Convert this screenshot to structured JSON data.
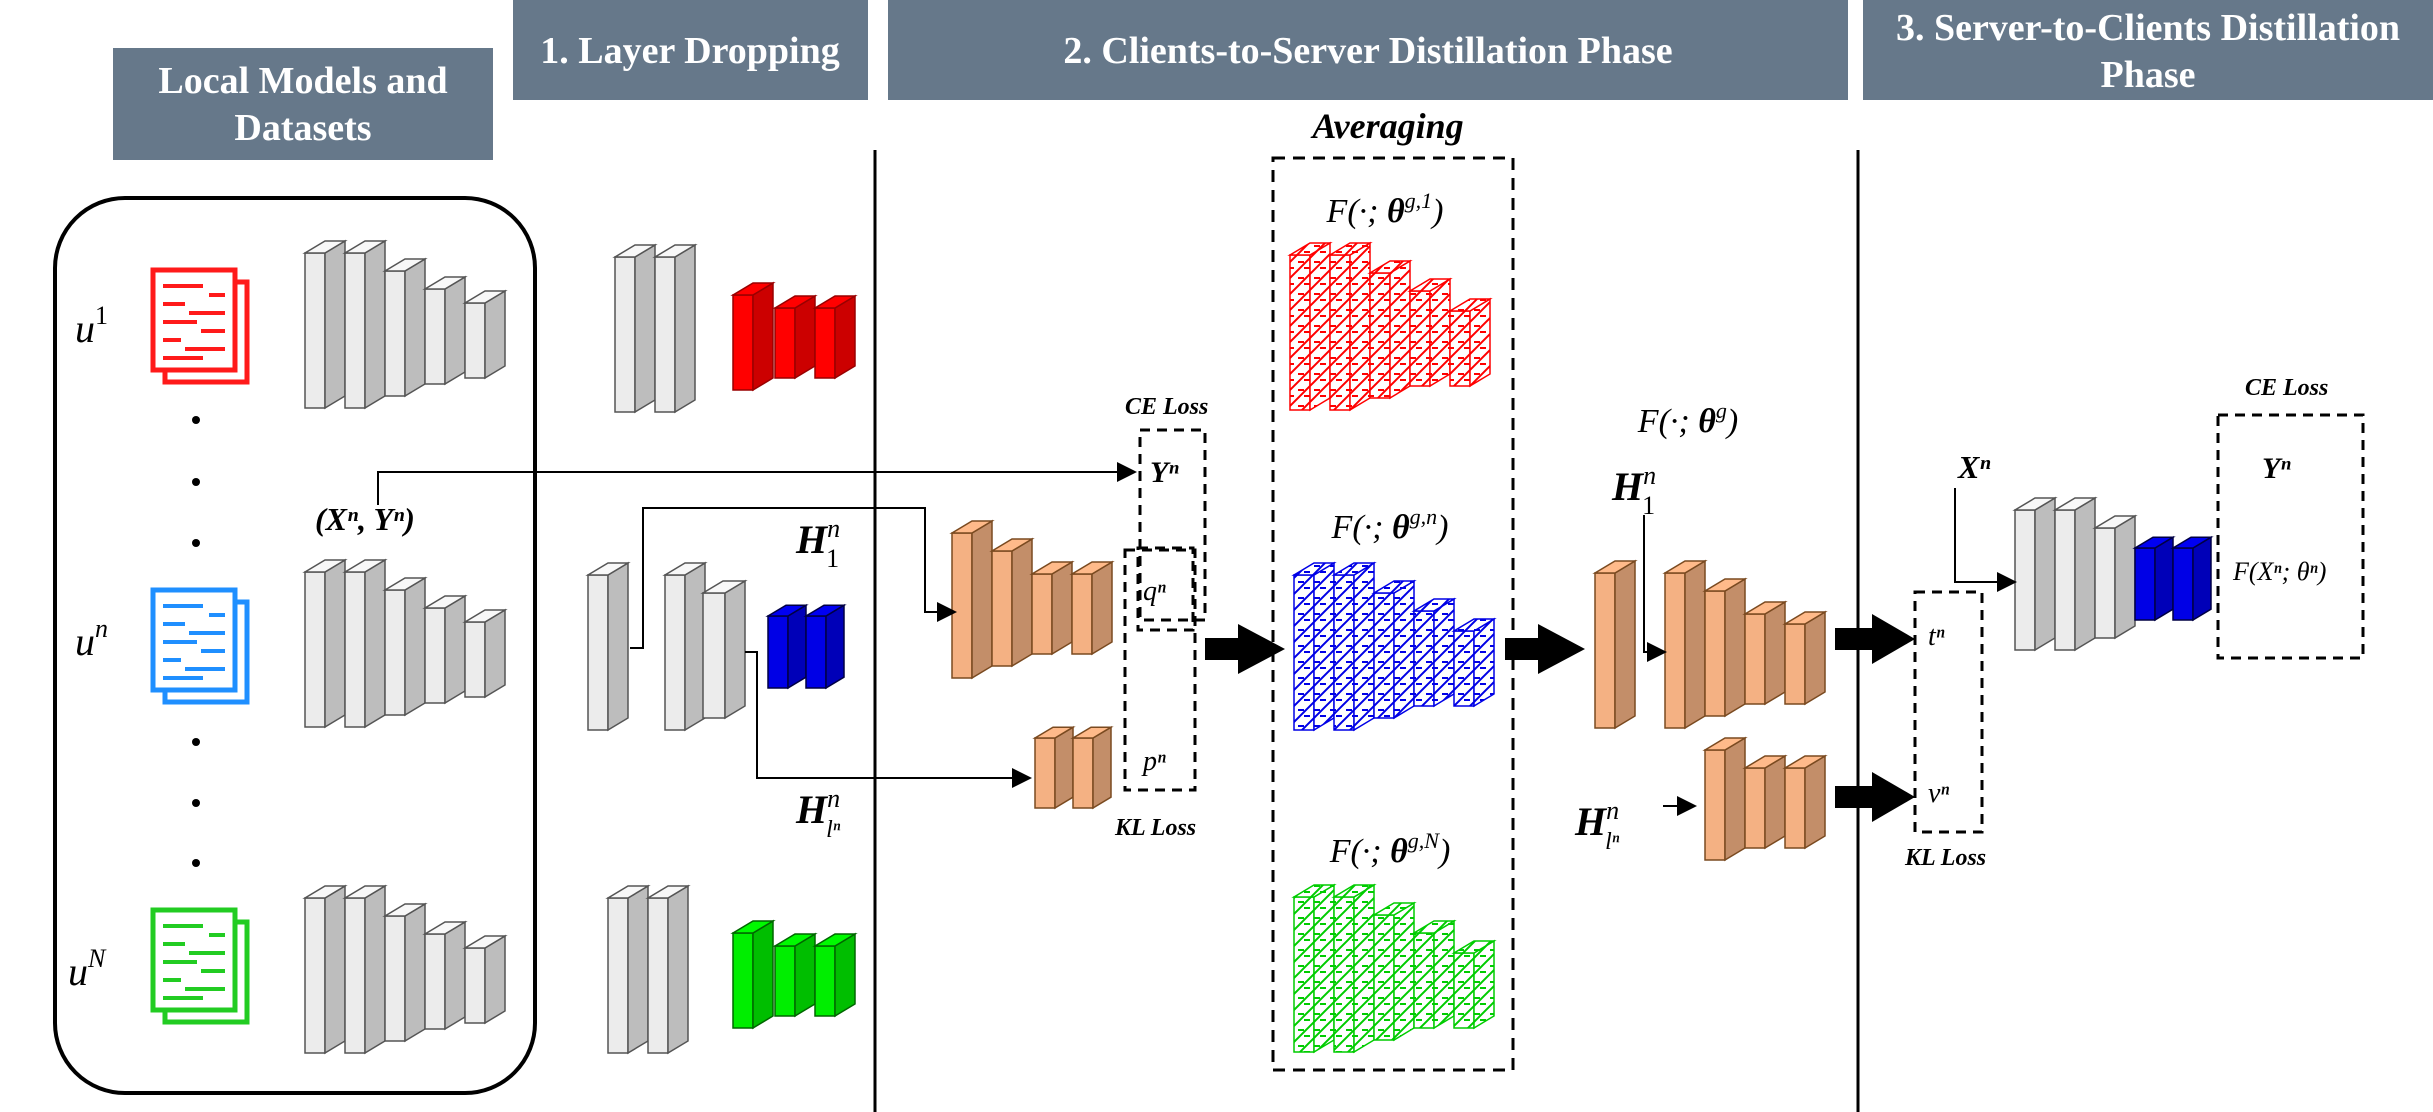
{
  "headers": {
    "local": [
      "Local Models and",
      "Datasets"
    ],
    "phase1": "1. Layer Dropping",
    "phase2": "2. Clients-to-Server Distillation Phase",
    "phase3": [
      "3. Server-to-Clients Distillation",
      "Phase"
    ]
  },
  "clients": {
    "u1": "u",
    "u1_sup": "1",
    "un": "u",
    "un_sup": "n",
    "uN": "u",
    "uN_sup": "N",
    "dots": ".",
    "dataset_label": "(Xⁿ, Yⁿ)"
  },
  "phase1": {
    "h1": "H",
    "h1_sup": "n",
    "h1_sub": "1",
    "hl": "H",
    "hl_sup": "n",
    "hl_sub": "lⁿ"
  },
  "phase2": {
    "ce_loss": "CE Loss",
    "kl_loss": "KL Loss",
    "y": "Yⁿ",
    "q": "qⁿ",
    "p": "pⁿ",
    "averaging": "Averaging",
    "f_g1": "F(·; θ^{g,1})",
    "f_gn": "F(·; θ^{g,n})",
    "f_gN": "F(·; θ^{g,N})",
    "f_g": "F(·; θ^g)",
    "h1": "H",
    "h1_sup": "n",
    "h1_sub": "1",
    "hl": "H",
    "hl_sup": "n",
    "hl_sub": "lⁿ"
  },
  "phase3": {
    "ce_loss": "CE Loss",
    "kl_loss": "KL Loss",
    "x": "Xⁿ",
    "y": "Yⁿ",
    "f_out": "F(Xⁿ; θⁿ)",
    "t": "tⁿ",
    "v": "vⁿ"
  },
  "colors": {
    "header_bg": "#66788a",
    "red": "#ff0000",
    "blue": "#0000e6",
    "green": "#00ee00",
    "orange": "#f4b183",
    "doc_red": "#ff1a1a",
    "doc_blue": "#1f8fff",
    "doc_green": "#22cc22"
  }
}
